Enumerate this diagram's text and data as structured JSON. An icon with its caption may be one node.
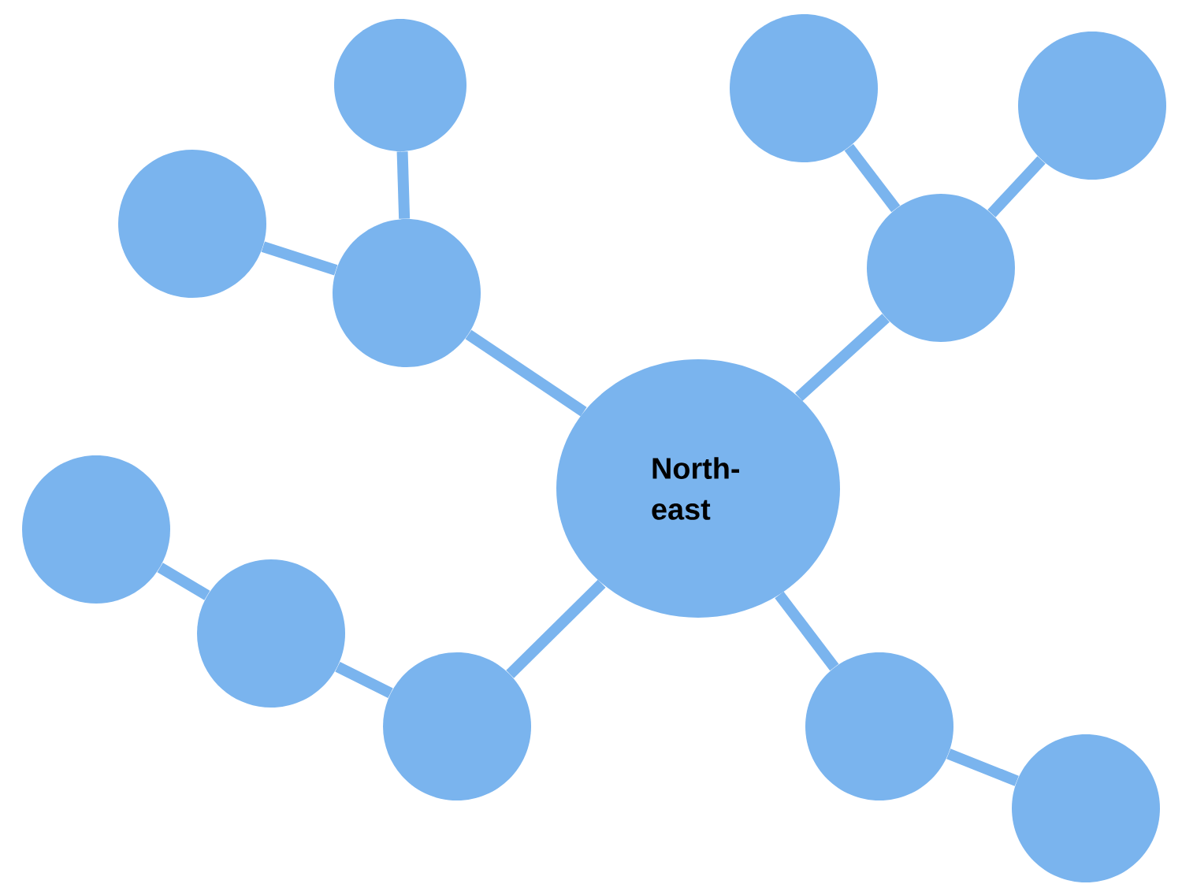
{
  "diagram": {
    "nodes": [
      {
        "text": [
          "North-east"
        ]
      },
      {
        "text": [],
        "shape": "circle"
      },
      {
        "text": [],
        "shape": "circle"
      },
      {
        "text": [],
        "shape": "circle"
      },
      {
        "text": [],
        "shape": "circle"
      },
      {
        "text": [],
        "shape": "circle"
      },
      {
        "text": [],
        "shape": "circle"
      },
      {
        "text": [],
        "shape": "circle"
      },
      {
        "text": [],
        "shape": "circle"
      },
      {
        "text": [],
        "shape": "circle"
      },
      {
        "text": [],
        "shape": "circle"
      },
      {
        "text": [],
        "shape": "circle"
      }
    ],
    "edges": [
      {
        "from": 0,
        "to": 1,
        "arrow": "none"
      },
      {
        "from": 1,
        "to": 2,
        "arrow": "none"
      },
      {
        "from": 1,
        "to": 3,
        "arrow": "none"
      },
      {
        "from": 0,
        "to": 4,
        "arrow": "none"
      },
      {
        "from": 4,
        "to": 5,
        "arrow": "none"
      },
      {
        "from": 4,
        "to": 6,
        "arrow": "none"
      },
      {
        "from": 0,
        "to": 7,
        "arrow": "none"
      },
      {
        "from": 7,
        "to": 8,
        "arrow": "none"
      },
      {
        "from": 8,
        "to": 9,
        "arrow": "none"
      },
      {
        "from": 0,
        "to": 10,
        "arrow": "none"
      },
      {
        "from": 10,
        "to": 11,
        "arrow": "none"
      }
    ]
  }
}
